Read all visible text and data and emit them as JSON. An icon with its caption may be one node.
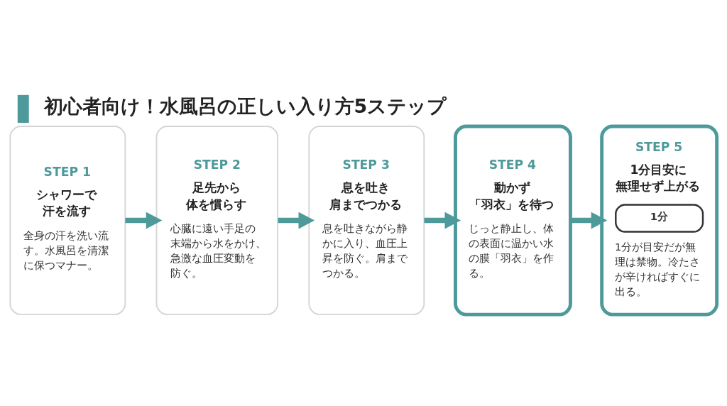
{
  "diagram": {
    "title": "初心者向け！水風呂の正しい入り方5ステップ",
    "nodes": [
      {
        "text": [
          "STEP 1",
          "シャワーで汗を流す",
          "全身の汗を洗い流す。水風呂を清潔に保つマナー。"
        ]
      },
      {
        "text": [
          "STEP 2",
          "足先から体を慣らす",
          "心臓に遠い手足の末端から水をかけ、急激な血圧変動を防ぐ。"
        ]
      },
      {
        "text": [
          "STEP 3",
          "息を吐き肩までつかる",
          "息を吐きながら静かに入り、血圧上昇を防ぐ。肩までつかる。"
        ]
      },
      {
        "text": [
          "STEP 4",
          "動かず「羽衣」を待つ",
          "じっと静止し、体の表面に温かい水の膜「羽衣」を作る。"
        ]
      },
      {
        "text": [
          "STEP 5",
          "1分目安に無理せず上がる",
          "1分",
          "1分が目安だが無理は禁物。冷たさが辛ければすぐに出る。"
        ]
      }
    ],
    "edges": [
      {
        "from": 0,
        "to": 1,
        "arrow": "to"
      },
      {
        "from": 1,
        "to": 2,
        "arrow": "to"
      },
      {
        "from": 2,
        "to": 3,
        "arrow": "to"
      },
      {
        "from": 3,
        "to": 4,
        "arrow": "to"
      }
    ]
  }
}
